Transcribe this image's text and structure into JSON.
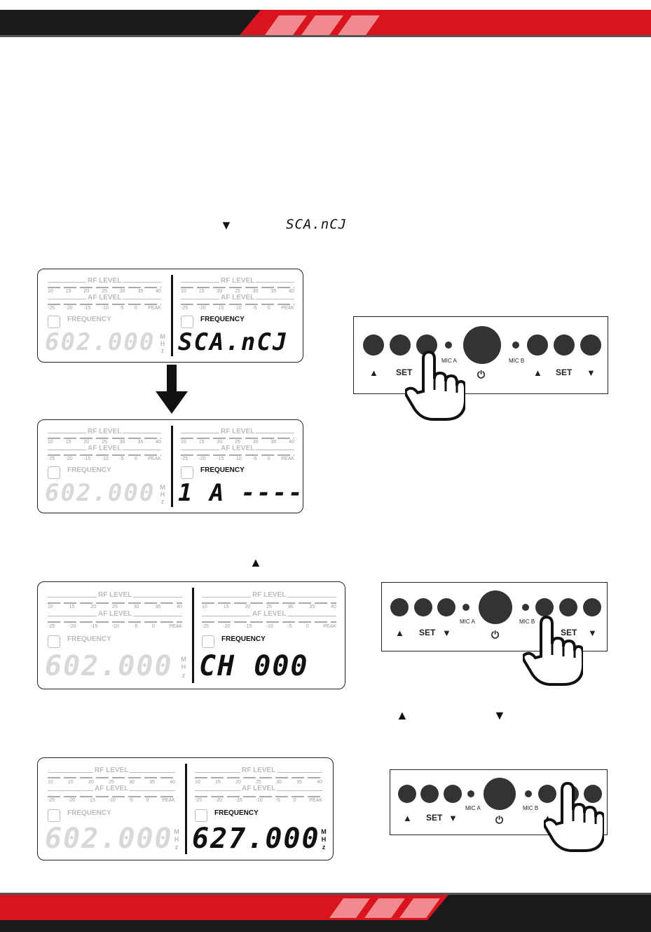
{
  "instructions": {
    "step1_down_symbol": "▼",
    "step1_display_text": "SCA.nCJ",
    "step2_up_symbol": "▲",
    "step3_up_symbol": "▲",
    "step3_down_symbol": "▼"
  },
  "lcd_common": {
    "rf_label": "RF LEVEL",
    "af_label": "AF LEVEL",
    "rf_ticks": [
      "10",
      "15",
      "20",
      "25",
      "30",
      "35",
      "40"
    ],
    "af_ticks": [
      "-25",
      "-20",
      "-15",
      "-10",
      "-5",
      "0",
      "PEAK"
    ],
    "frequency_label": "FREQUENCY",
    "unit_m": "M",
    "unit_h": "H",
    "unit_z": "z"
  },
  "lcd_displays": [
    {
      "left": "602.000",
      "right": "SCA.nCJ"
    },
    {
      "left": "602.000",
      "right": "1 A ----"
    },
    {
      "left": "602.000",
      "right": "CH  000"
    },
    {
      "left": "602.000",
      "right": "627.000"
    }
  ],
  "panel": {
    "up": "▲",
    "down": "▼",
    "set": "SET",
    "mic_a": "MIC A",
    "mic_b": "MIC B",
    "power": "⏻"
  },
  "colors": {
    "accent_red": "#d9141e",
    "dark": "#1a1a1a"
  }
}
